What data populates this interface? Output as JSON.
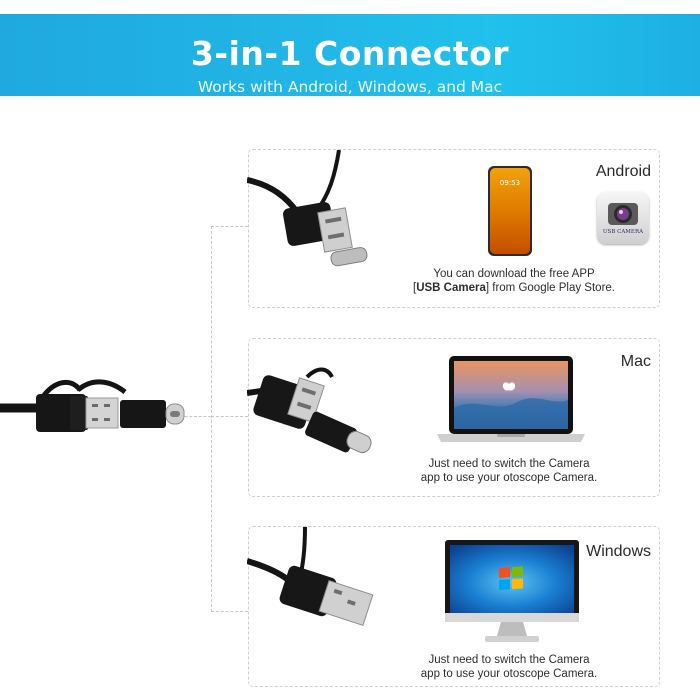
{
  "header": {
    "title": "3-in-1 Connector",
    "subtitle": "Works with Android, Windows, and Mac"
  },
  "android": {
    "label": "Android",
    "phone_time": "09:53",
    "app_icon_text": "USB CAMERA",
    "caption_line1": "You can download the free APP",
    "caption_prefix": "[",
    "caption_bold": "USB Camera",
    "caption_suffix": "] from Google Play Store."
  },
  "mac": {
    "label": "Mac",
    "caption_line1": "Just need to switch the Camera",
    "caption_line2": "app to use your otoscope Camera."
  },
  "windows": {
    "label": "Windows",
    "caption_line1": "Just need to switch the Camera",
    "caption_line2": "app to use your otoscope Camera."
  },
  "colors": {
    "banner": "#22b6e6",
    "cable": "#141414",
    "metal": "#d0d0d0",
    "panel_border": "#cfcfcf"
  }
}
